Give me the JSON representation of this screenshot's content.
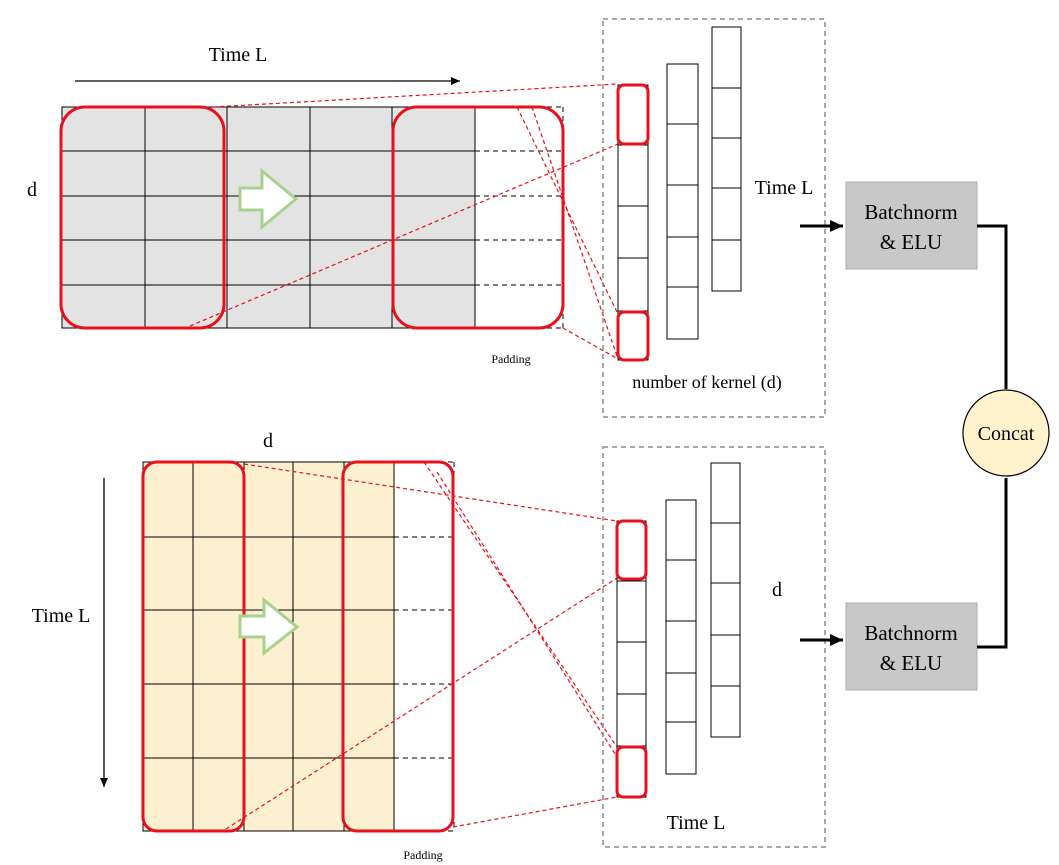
{
  "top_panel": {
    "time_axis_label": "Time L",
    "feature_label": "d",
    "padding_label": "Padding",
    "kernel_box_label": "Time L",
    "kernel_caption": "number of kernel (d)"
  },
  "bottom_panel": {
    "feature_label": "d",
    "time_axis_label": "Time L",
    "padding_label": "Padding",
    "kernel_box_label": "d",
    "kernel_caption": "Time L"
  },
  "blocks": {
    "top_norm_line1": "Batchnorm",
    "top_norm_line2": "& ELU",
    "bottom_norm_line1": "Batchnorm",
    "bottom_norm_line2": "& ELU",
    "concat_label": "Concat"
  },
  "colors": {
    "top_grid_fill": "#e3e3e3",
    "bottom_grid_fill": "#fdf0d0",
    "kernel_window": "#e8101a",
    "slide_arrow": "#a9d18e",
    "norm_block_fill": "#c8c8c8",
    "concat_fill": "#fff2cc"
  },
  "icons": {
    "slide_arrow": "right-arrow-icon"
  }
}
